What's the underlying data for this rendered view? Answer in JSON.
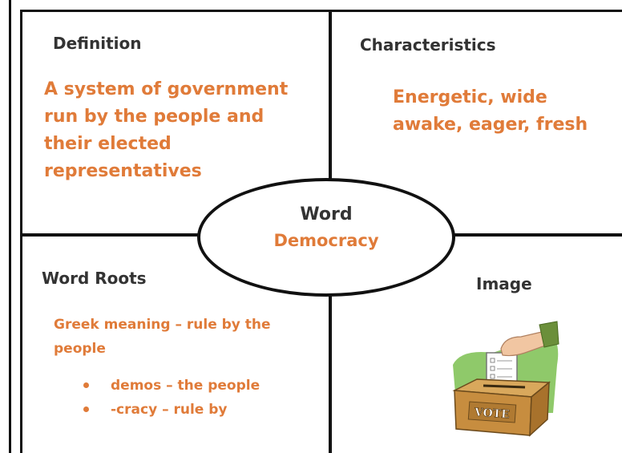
{
  "frayer": {
    "definition": {
      "heading": "Definition",
      "text": "A system of government run by the people and their elected representatives"
    },
    "characteristics": {
      "heading": "Characteristics",
      "text": "Energetic, wide awake, eager, fresh"
    },
    "center": {
      "label": "Word",
      "word": "Democracy"
    },
    "word_roots": {
      "heading": "Word Roots",
      "text": "Greek meaning – rule by the people",
      "bullets": [
        "demos – the people",
        "-cracy – rule by"
      ]
    },
    "image": {
      "heading": "Image",
      "ballot_box_label": "VOTE",
      "icon": "ballot-box-icon"
    }
  },
  "colors": {
    "accent": "#e07b39",
    "heading": "#333333",
    "lines": "#111111"
  }
}
